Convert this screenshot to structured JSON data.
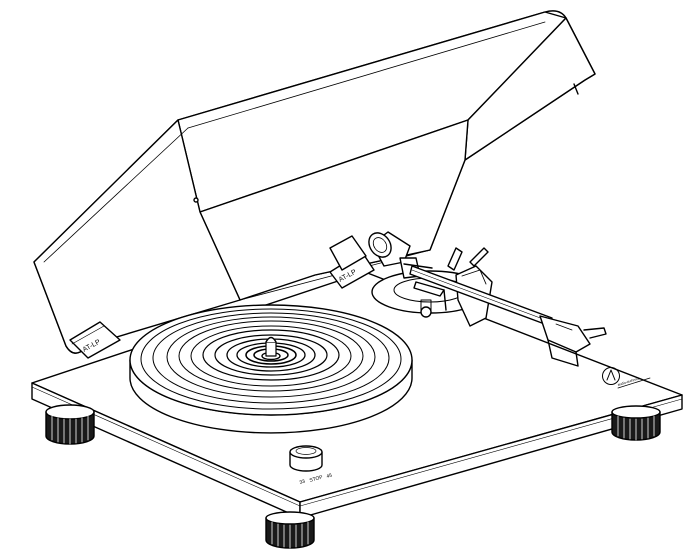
{
  "illustration": {
    "stroke_color": "#000000",
    "fill_color": "#ffffff",
    "foot_color": "#1a1a1a",
    "parts": [
      "dust-cover",
      "hinge-left",
      "hinge-right",
      "plinth",
      "platter",
      "spindle",
      "tonearm",
      "headshell",
      "speed-knob",
      "feet",
      "logo"
    ]
  },
  "speed_labels": {
    "left": "33",
    "middle": "STOP",
    "right": "45"
  },
  "hinge_text": "AT-LP",
  "logo_caption": "audio-technica"
}
